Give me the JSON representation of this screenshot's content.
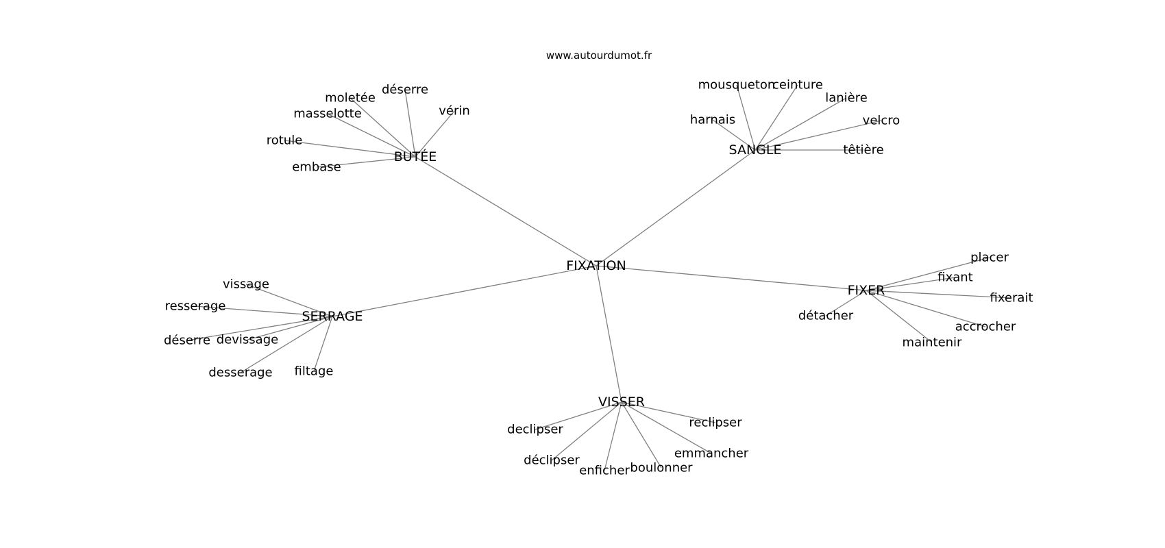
{
  "site": {
    "title": "www.autourdumot.fr"
  },
  "colors": {
    "edge": "#808080",
    "text": "#000000",
    "background": "#ffffff"
  },
  "graph": {
    "center": "FIXATION",
    "hubs": [
      {
        "id": "butee",
        "label": "BUTÉE",
        "leaves": [
          "vérin",
          "déserre",
          "moletée",
          "masselotte",
          "rotule",
          "embase"
        ]
      },
      {
        "id": "sangle",
        "label": "SANGLE",
        "leaves": [
          "mousqueton",
          "ceinture",
          "lanière",
          "harnais",
          "velcro",
          "têtière"
        ]
      },
      {
        "id": "serrage",
        "label": "SERRAGE",
        "leaves": [
          "vissage",
          "resserage",
          "déserre",
          "devissage",
          "desserage",
          "filtage"
        ]
      },
      {
        "id": "fixer",
        "label": "FIXER",
        "leaves": [
          "placer",
          "fixant",
          "fixerait",
          "détacher",
          "accrocher",
          "maintenir"
        ]
      },
      {
        "id": "visser",
        "label": "VISSER",
        "leaves": [
          "declipser",
          "reclipser",
          "déclipser",
          "emmancher",
          "enficher",
          "boulonner"
        ]
      }
    ]
  }
}
